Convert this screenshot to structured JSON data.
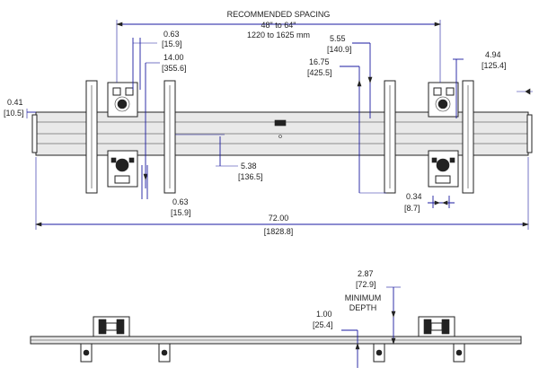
{
  "callouts": {
    "spacing_title": "RECOMMENDED SPACING",
    "spacing_in": "48\" to 64\"",
    "spacing_mm": "1220 to 1625 mm",
    "d063_top_in": "0.63",
    "d063_top_mm": "[15.9]",
    "d1400_in": "14.00",
    "d1400_mm": "[355.6]",
    "d041_in": "0.41",
    "d041_mm": "[10.5]",
    "d555_in": "5.55",
    "d555_mm": "[140.9]",
    "d1675_in": "16.75",
    "d1675_mm": "[425.5]",
    "d494_in": "4.94",
    "d494_mm": "[125.4]",
    "d538_in": "5.38",
    "d538_mm": "[136.5]",
    "d063_bot_in": "0.63",
    "d063_bot_mm": "[15.9]",
    "d034_in": "0.34",
    "d034_mm": "[8.7]",
    "d7200_in": "72.00",
    "d7200_mm": "[1828.8]",
    "d287_in": "2.87",
    "d287_mm": "[72.9]",
    "min_depth_1": "MINIMUM",
    "min_depth_2": "DEPTH",
    "d100_in": "1.00",
    "d100_mm": "[25.4]"
  },
  "colors": {
    "dimension": "#1a1aa0",
    "outline": "#222222",
    "fill_light": "#e9e9e9"
  }
}
